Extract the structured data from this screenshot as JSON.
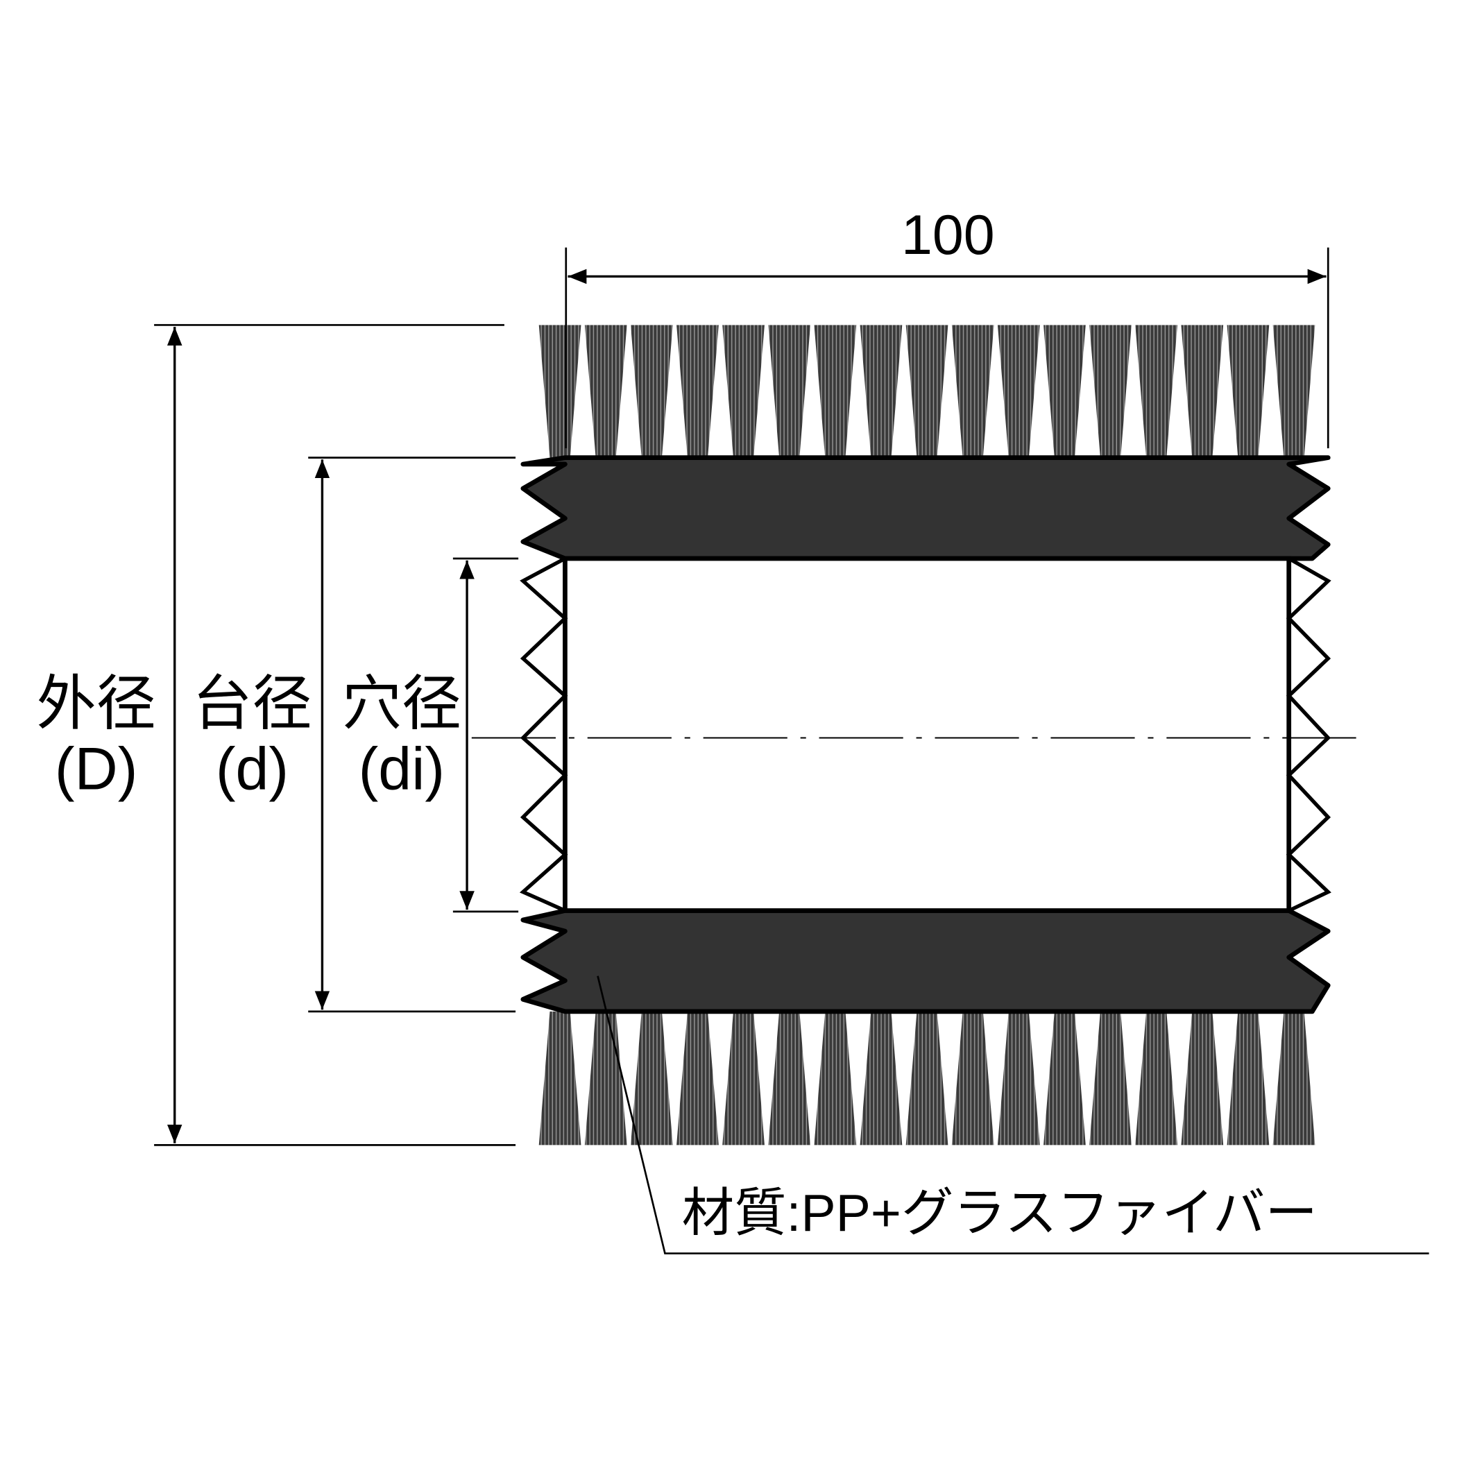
{
  "dimensions": {
    "width_value": "100",
    "outer_label": "外径",
    "outer_symbol": "(D)",
    "base_label": "台径",
    "base_symbol": "(d)",
    "hole_label": "穴径",
    "hole_symbol": "(di)"
  },
  "material": {
    "label": "材質:PP+グラスファイバー"
  },
  "brush": {
    "tuft_count": 17
  },
  "colors": {
    "hub": "#333333",
    "bristle": "#3a3a3a",
    "line": "#000000"
  }
}
